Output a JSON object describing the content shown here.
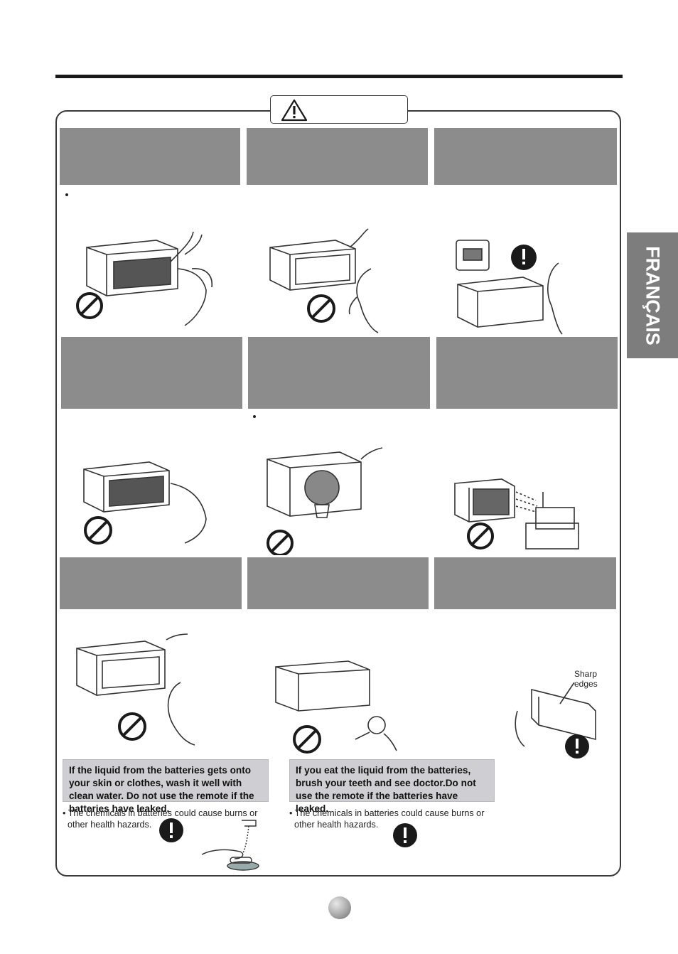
{
  "language_tab": "FRANÇAIS",
  "warning_icon": "warning-triangle-icon",
  "sharp_edges_label": "Sharp\nedges",
  "battery_notes": [
    {
      "box_text": "If the liquid from the batteries gets onto your skin or clothes, wash it well with clean water. Do not use the remote if the batteries have leaked.",
      "hazard_text": "• The chemicals in batteries could cause burns or\n  other health hazards."
    },
    {
      "box_text": "If you eat the liquid from the batteries, brush your teeth and see doctor.Do not use the remote if the batteries have leaked.",
      "hazard_text": "• The chemicals in batteries could cause burns or\n  other health hazards."
    }
  ],
  "colors": {
    "gray_panel": "#8c8c8c",
    "note_box": "#cfcfd3",
    "language_tab": "#7d7d7d",
    "rule": "#1a1a1a"
  }
}
